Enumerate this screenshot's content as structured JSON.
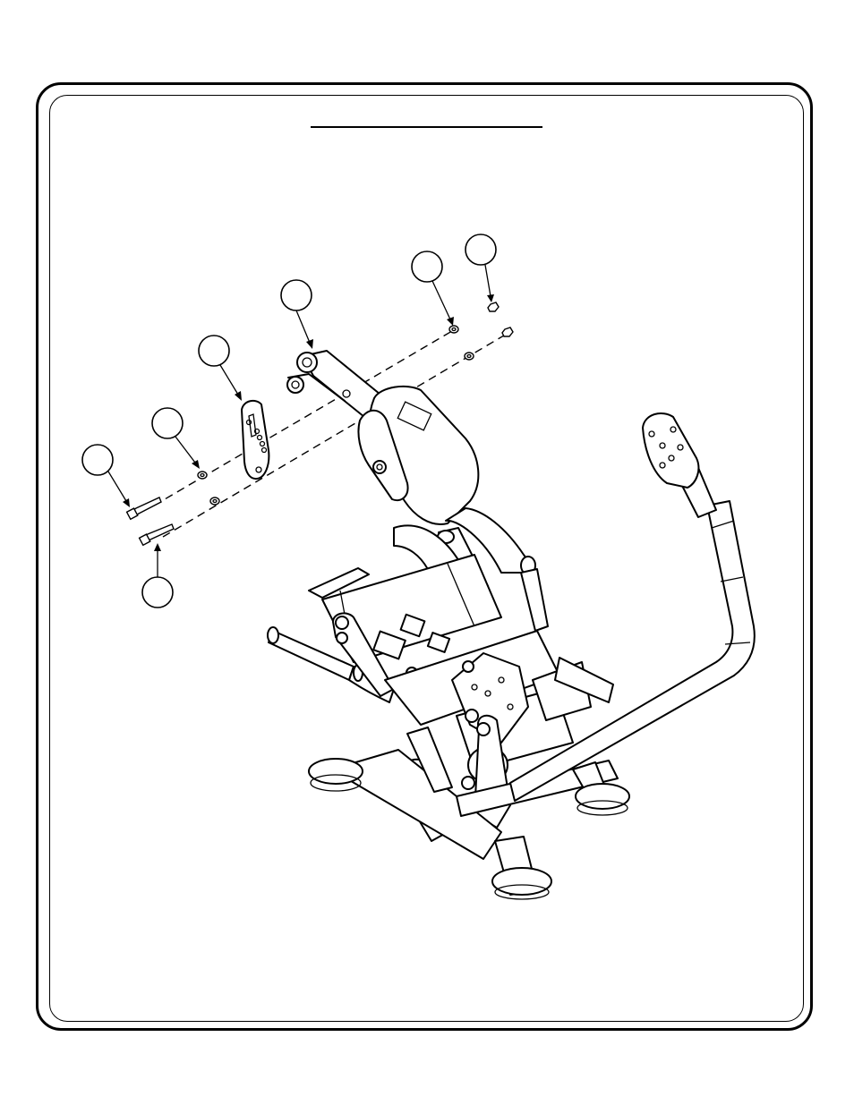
{
  "page": {
    "title": ""
  },
  "callouts": [
    {
      "id": "callout-1",
      "label": ""
    },
    {
      "id": "callout-2",
      "label": ""
    },
    {
      "id": "callout-3",
      "label": ""
    },
    {
      "id": "callout-4",
      "label": ""
    },
    {
      "id": "callout-5",
      "label": ""
    },
    {
      "id": "callout-6",
      "label": ""
    },
    {
      "id": "callout-7",
      "label": ""
    }
  ]
}
